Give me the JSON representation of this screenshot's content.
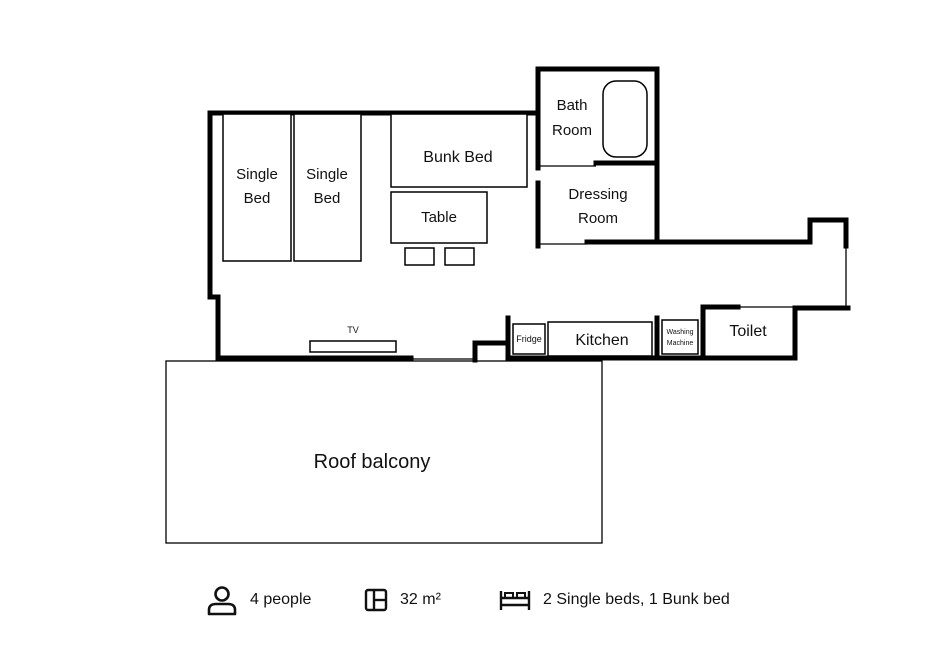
{
  "rooms": {
    "single_bed_1": [
      "Single",
      "Bed"
    ],
    "single_bed_2": [
      "Single",
      "Bed"
    ],
    "bunk_bed": "Bunk Bed",
    "table": "Table",
    "bath_room": [
      "Bath",
      "Room"
    ],
    "dressing_room": [
      "Dressing",
      "Room"
    ],
    "tv": "TV",
    "fridge": "Fridge",
    "kitchen": "Kitchen",
    "washing_machine": [
      "Washing",
      "Machine"
    ],
    "toilet": "Toilet",
    "roof_balcony": "Roof balcony"
  },
  "summary": {
    "guests": {
      "icon": "person-icon",
      "label": "4 people"
    },
    "area": {
      "icon": "floor-plan-icon",
      "label": "32 m²"
    },
    "beds": {
      "icon": "bed-icon",
      "label": "2 Single beds, 1 Bunk bed"
    }
  }
}
